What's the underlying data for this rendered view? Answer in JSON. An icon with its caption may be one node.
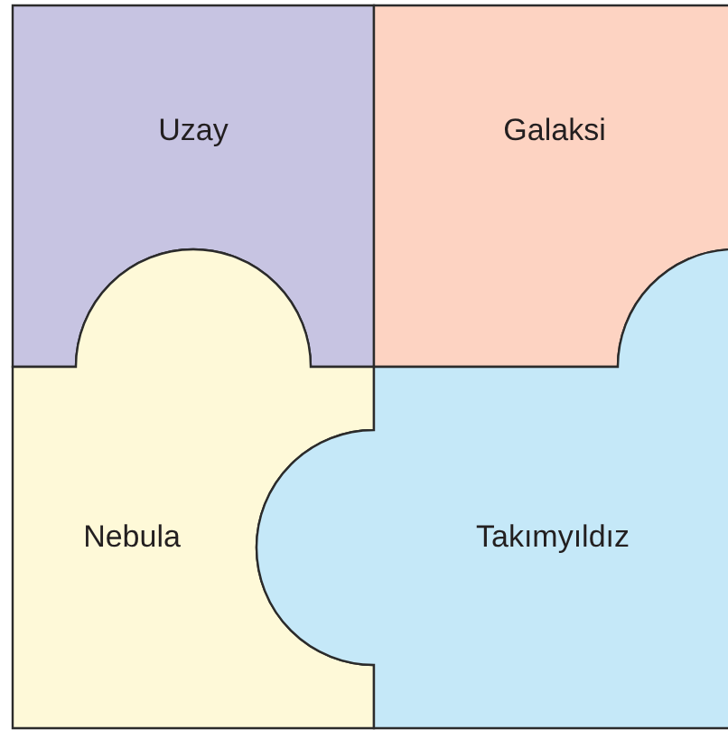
{
  "diagram": {
    "nodes": [
      {
        "text": [
          "Uzay"
        ]
      },
      {
        "text": [
          "Galaksi"
        ]
      },
      {
        "text": [
          "Nebula"
        ]
      },
      {
        "text": [
          "Takımyıldız"
        ]
      }
    ]
  }
}
